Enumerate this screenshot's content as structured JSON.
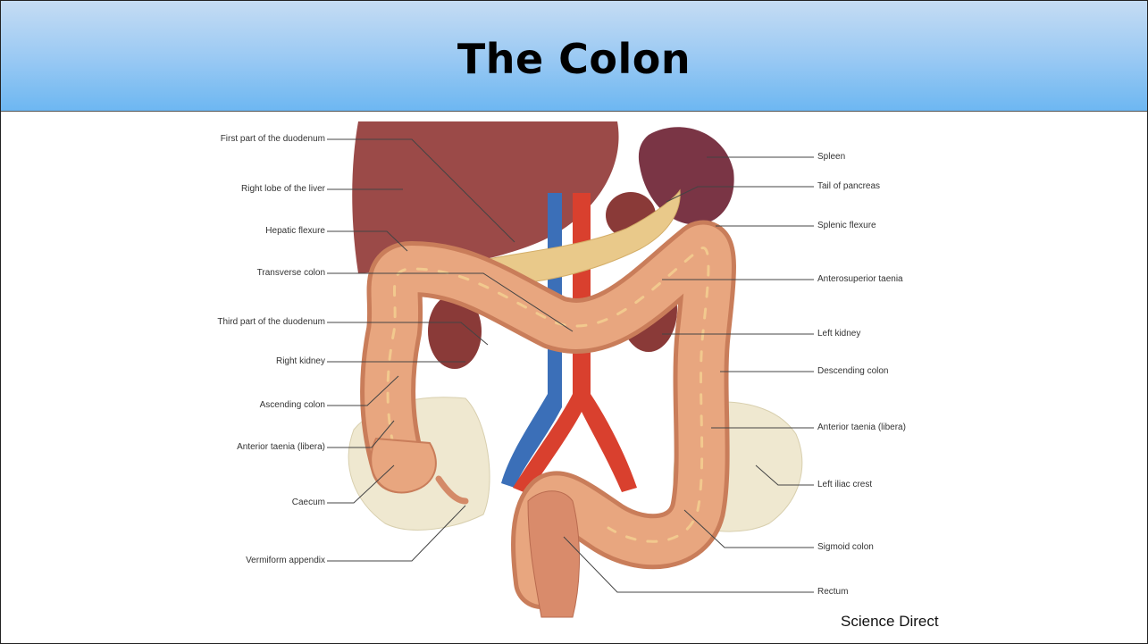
{
  "slide": {
    "title": "The Colon",
    "credit": "Science Direct"
  },
  "diagram": {
    "left_labels": [
      "First part of the duodenum",
      "Right lobe of the liver",
      "Hepatic flexure",
      "Transverse colon",
      "Third part of the duodenum",
      "Right kidney",
      "Ascending colon",
      "Anterior taenia (libera)",
      "Caecum",
      "Vermiform  appendix"
    ],
    "right_labels": [
      "Spleen",
      "Tail of pancreas",
      "Splenic flexure",
      "Anterosuperior taenia",
      "Left kidney",
      "Descending colon",
      "Anterior taenia (libera)",
      "Left iliac crest",
      "Sigmoid colon",
      "Rectum"
    ],
    "colors": {
      "colon": "#e8a67f",
      "colon_shadow": "#c97d5a",
      "liver": "#9b4a48",
      "spleen": "#7a3545",
      "pancreas": "#e9c98a",
      "aorta": "#d9402e",
      "vena_cava": "#3b6fb8",
      "kidney": "#8a3a38",
      "pelvis": "#efe8d0",
      "leader_line": "#444444"
    }
  }
}
